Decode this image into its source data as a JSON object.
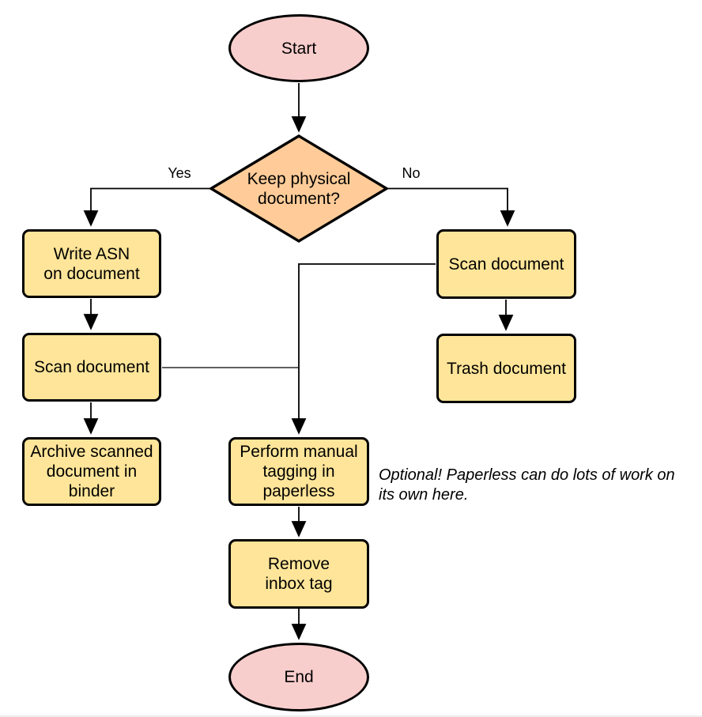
{
  "diagram": {
    "type": "flowchart",
    "nodes": {
      "start": {
        "label": "Start",
        "shape": "terminator"
      },
      "keep_physical": {
        "label": "Keep physical\ndocument?",
        "shape": "decision"
      },
      "write_asn": {
        "label": "Write ASN\non document",
        "shape": "process"
      },
      "scan_document_left": {
        "label": "Scan document",
        "shape": "process"
      },
      "archive_binder": {
        "label": "Archive scanned\ndocument in\nbinder",
        "shape": "process"
      },
      "scan_document_right": {
        "label": "Scan document",
        "shape": "process"
      },
      "trash_document": {
        "label": "Trash document",
        "shape": "process"
      },
      "manual_tagging": {
        "label": "Perform manual\ntagging in\npaperless",
        "shape": "process"
      },
      "remove_inbox_tag": {
        "label": "Remove\ninbox tag",
        "shape": "process"
      },
      "end": {
        "label": "End",
        "shape": "terminator"
      }
    },
    "edge_labels": {
      "yes": "Yes",
      "no": "No"
    },
    "note": "Optional! Paperless can do lots of work on\nits own here.",
    "colors": {
      "terminator_fill": "#f8cecc",
      "decision_fill": "#ffcc99",
      "process_fill": "#ffe599",
      "stroke": "#000000",
      "text": "#000000"
    }
  }
}
